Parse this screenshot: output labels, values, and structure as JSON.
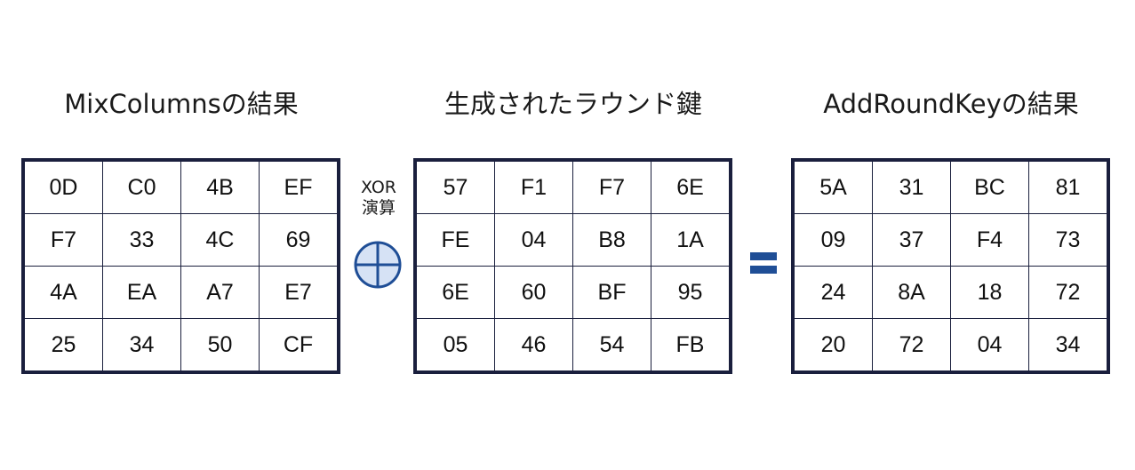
{
  "titles": {
    "left": "MixColumnsの結果",
    "middle": "生成されたラウンド鍵",
    "right": "AddRoundKeyの結果"
  },
  "operator": {
    "xor_label_line1": "XOR",
    "xor_label_line2": "演算",
    "xor_symbol": "circled-plus",
    "equals_symbol": "equals"
  },
  "colors": {
    "grid_border": "#1a1f3d",
    "xor_fill": "#d6e2f5",
    "xor_stroke": "#1f4e96",
    "equals": "#1f4e96"
  },
  "matrices": {
    "mixcolumns": [
      [
        "0D",
        "C0",
        "4B",
        "EF"
      ],
      [
        "F7",
        "33",
        "4C",
        "69"
      ],
      [
        "4A",
        "EA",
        "A7",
        "E7"
      ],
      [
        "25",
        "34",
        "50",
        "CF"
      ]
    ],
    "round_key": [
      [
        "57",
        "F1",
        "F7",
        "6E"
      ],
      [
        "FE",
        "04",
        "B8",
        "1A"
      ],
      [
        "6E",
        "60",
        "BF",
        "95"
      ],
      [
        "05",
        "46",
        "54",
        "FB"
      ]
    ],
    "addroundkey": [
      [
        "5A",
        "31",
        "BC",
        "81"
      ],
      [
        "09",
        "37",
        "F4",
        "73"
      ],
      [
        "24",
        "8A",
        "18",
        "72"
      ],
      [
        "20",
        "72",
        "04",
        "34"
      ]
    ]
  }
}
